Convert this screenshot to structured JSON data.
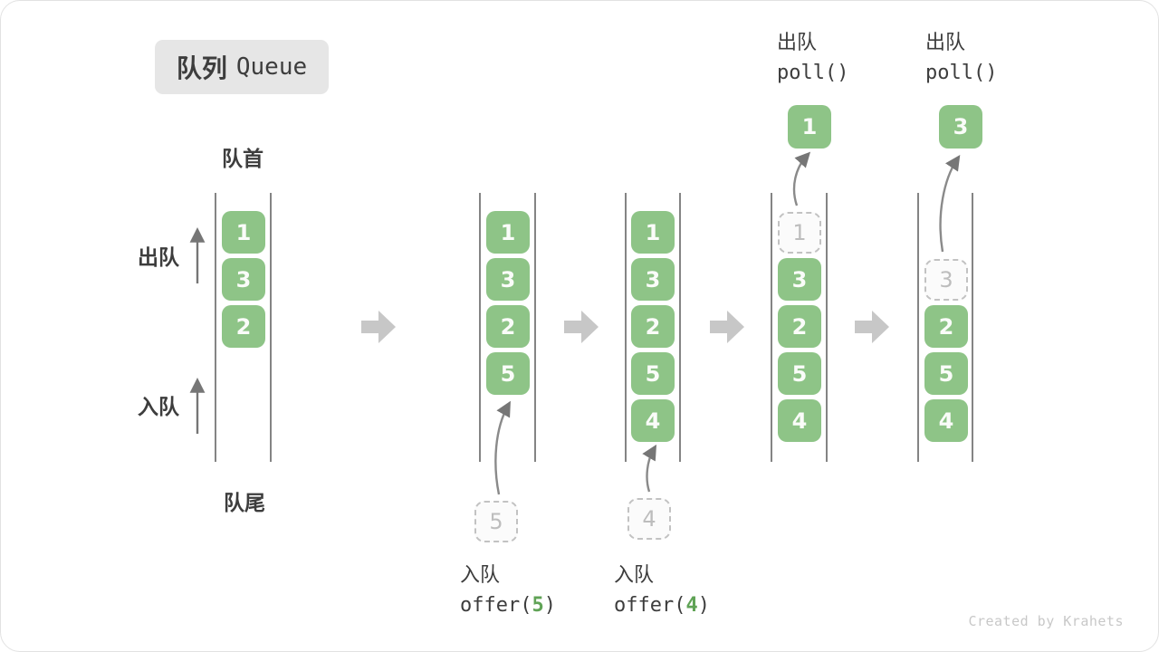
{
  "title": {
    "zh": "队列",
    "en": "Queue"
  },
  "labels": {
    "front": "队首",
    "rear": "队尾",
    "dequeue": "出队",
    "enqueue": "入队"
  },
  "queues": {
    "q1": {
      "boxes": [
        "1",
        "3",
        "2"
      ]
    },
    "q2": {
      "boxes": [
        "1",
        "3",
        "2",
        "5"
      ],
      "incoming": "5"
    },
    "q3": {
      "boxes": [
        "1",
        "3",
        "2",
        "5",
        "4"
      ],
      "incoming": "4"
    },
    "q4": {
      "ghost": "1",
      "boxes": [
        "3",
        "2",
        "5",
        "4"
      ],
      "polled": "1"
    },
    "q5": {
      "ghost": "3",
      "boxes": [
        "2",
        "5",
        "4"
      ],
      "polled": "3"
    }
  },
  "ops": {
    "enqueue5": {
      "label": "入队",
      "pre": "offer(",
      "arg": "5",
      "post": ")"
    },
    "enqueue4": {
      "label": "入队",
      "pre": "offer(",
      "arg": "4",
      "post": ")"
    },
    "poll1": {
      "label": "出队",
      "code": "poll()"
    },
    "poll2": {
      "label": "出队",
      "code": "poll()"
    }
  },
  "colors": {
    "box_green": "#8ec487",
    "box_text": "#fafcf9",
    "dashed_border": "#c2c2c2",
    "dashed_text": "#bdbdbd",
    "rail_line": "#4f4f4f",
    "block_arrow": "#c7c7c7",
    "thin_arrow": "#767676",
    "text_dark": "#3d3d3d",
    "code_green": "#60a356",
    "title_bg": "#e6e6e6",
    "watermark": "#c8c8c8"
  },
  "watermark": "Created by Krahets"
}
